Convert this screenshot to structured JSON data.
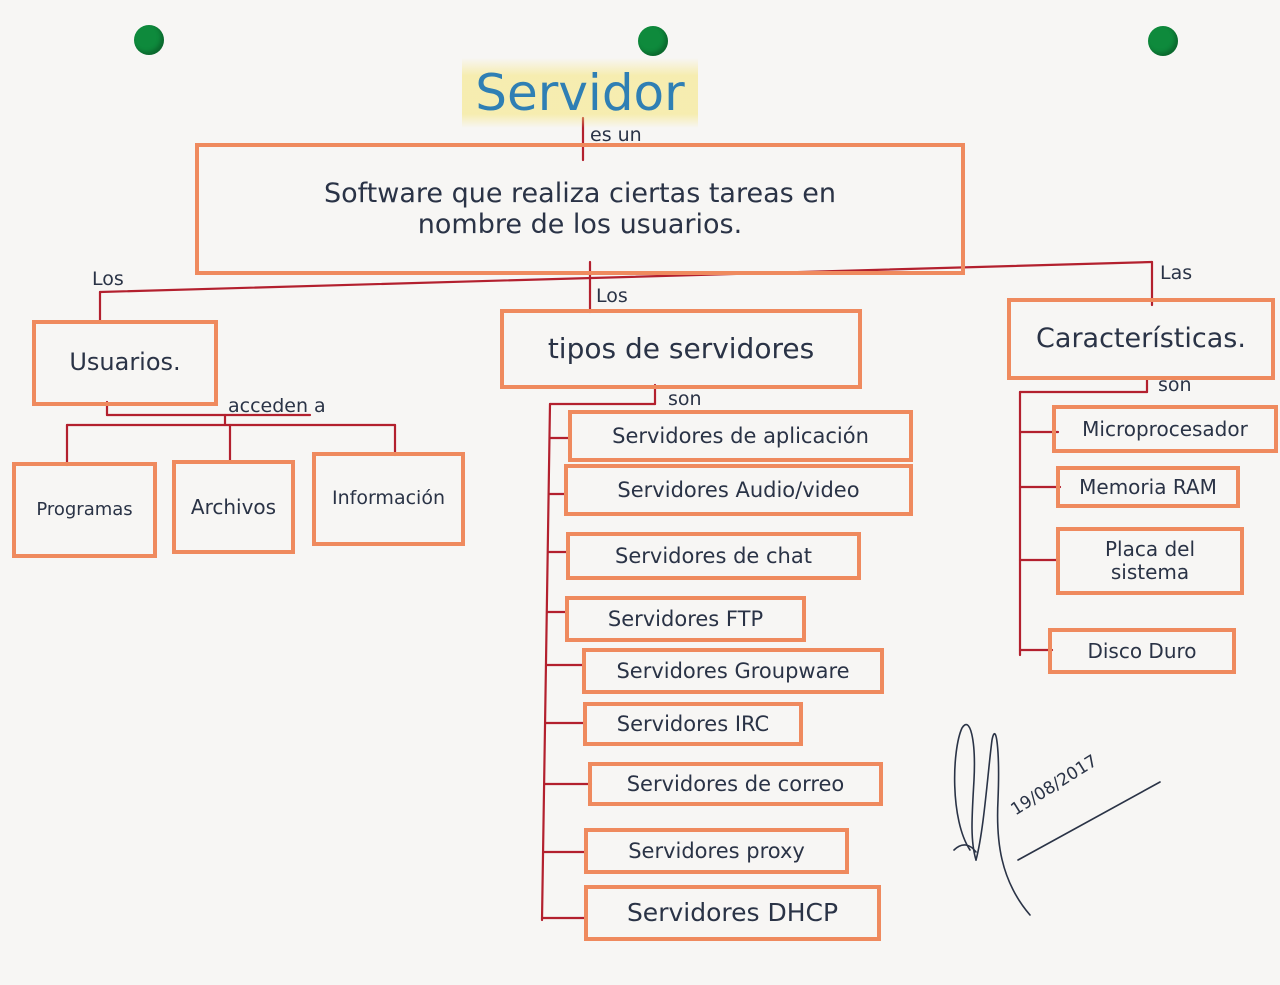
{
  "title": "Servidor",
  "root_relation": "es un",
  "definition": "Software que realiza ciertas tareas en nombre de los usuarios.",
  "branches": {
    "left": {
      "connector": "Los",
      "node": "Usuarios.",
      "relation": "acceden a",
      "children": [
        "Programas",
        "Archivos",
        "Información"
      ]
    },
    "middle": {
      "connector": "Los",
      "node": "tipos de servidores",
      "relation": "son",
      "children": [
        "Servidores de aplicación",
        "Servidores Audio/video",
        "Servidores de chat",
        "Servidores FTP",
        "Servidores Groupware",
        "Servidores IRC",
        "Servidores de correo",
        "Servidores proxy",
        "Servidores DHCP"
      ]
    },
    "right": {
      "connector": "Las",
      "node": "Características.",
      "relation": "son",
      "children": [
        "Microprocesador",
        "Memoria RAM",
        "Placa del sistema",
        "Disco Duro"
      ]
    }
  },
  "signature": {
    "date": "19/08/2017"
  },
  "colors": {
    "box_border": "#ef8a5e",
    "connector_line": "#b3202e",
    "title_ink": "#2f7fb4",
    "highlight": "#f6e578",
    "pin": "#0e8a3c",
    "ink": "#2a3346"
  }
}
